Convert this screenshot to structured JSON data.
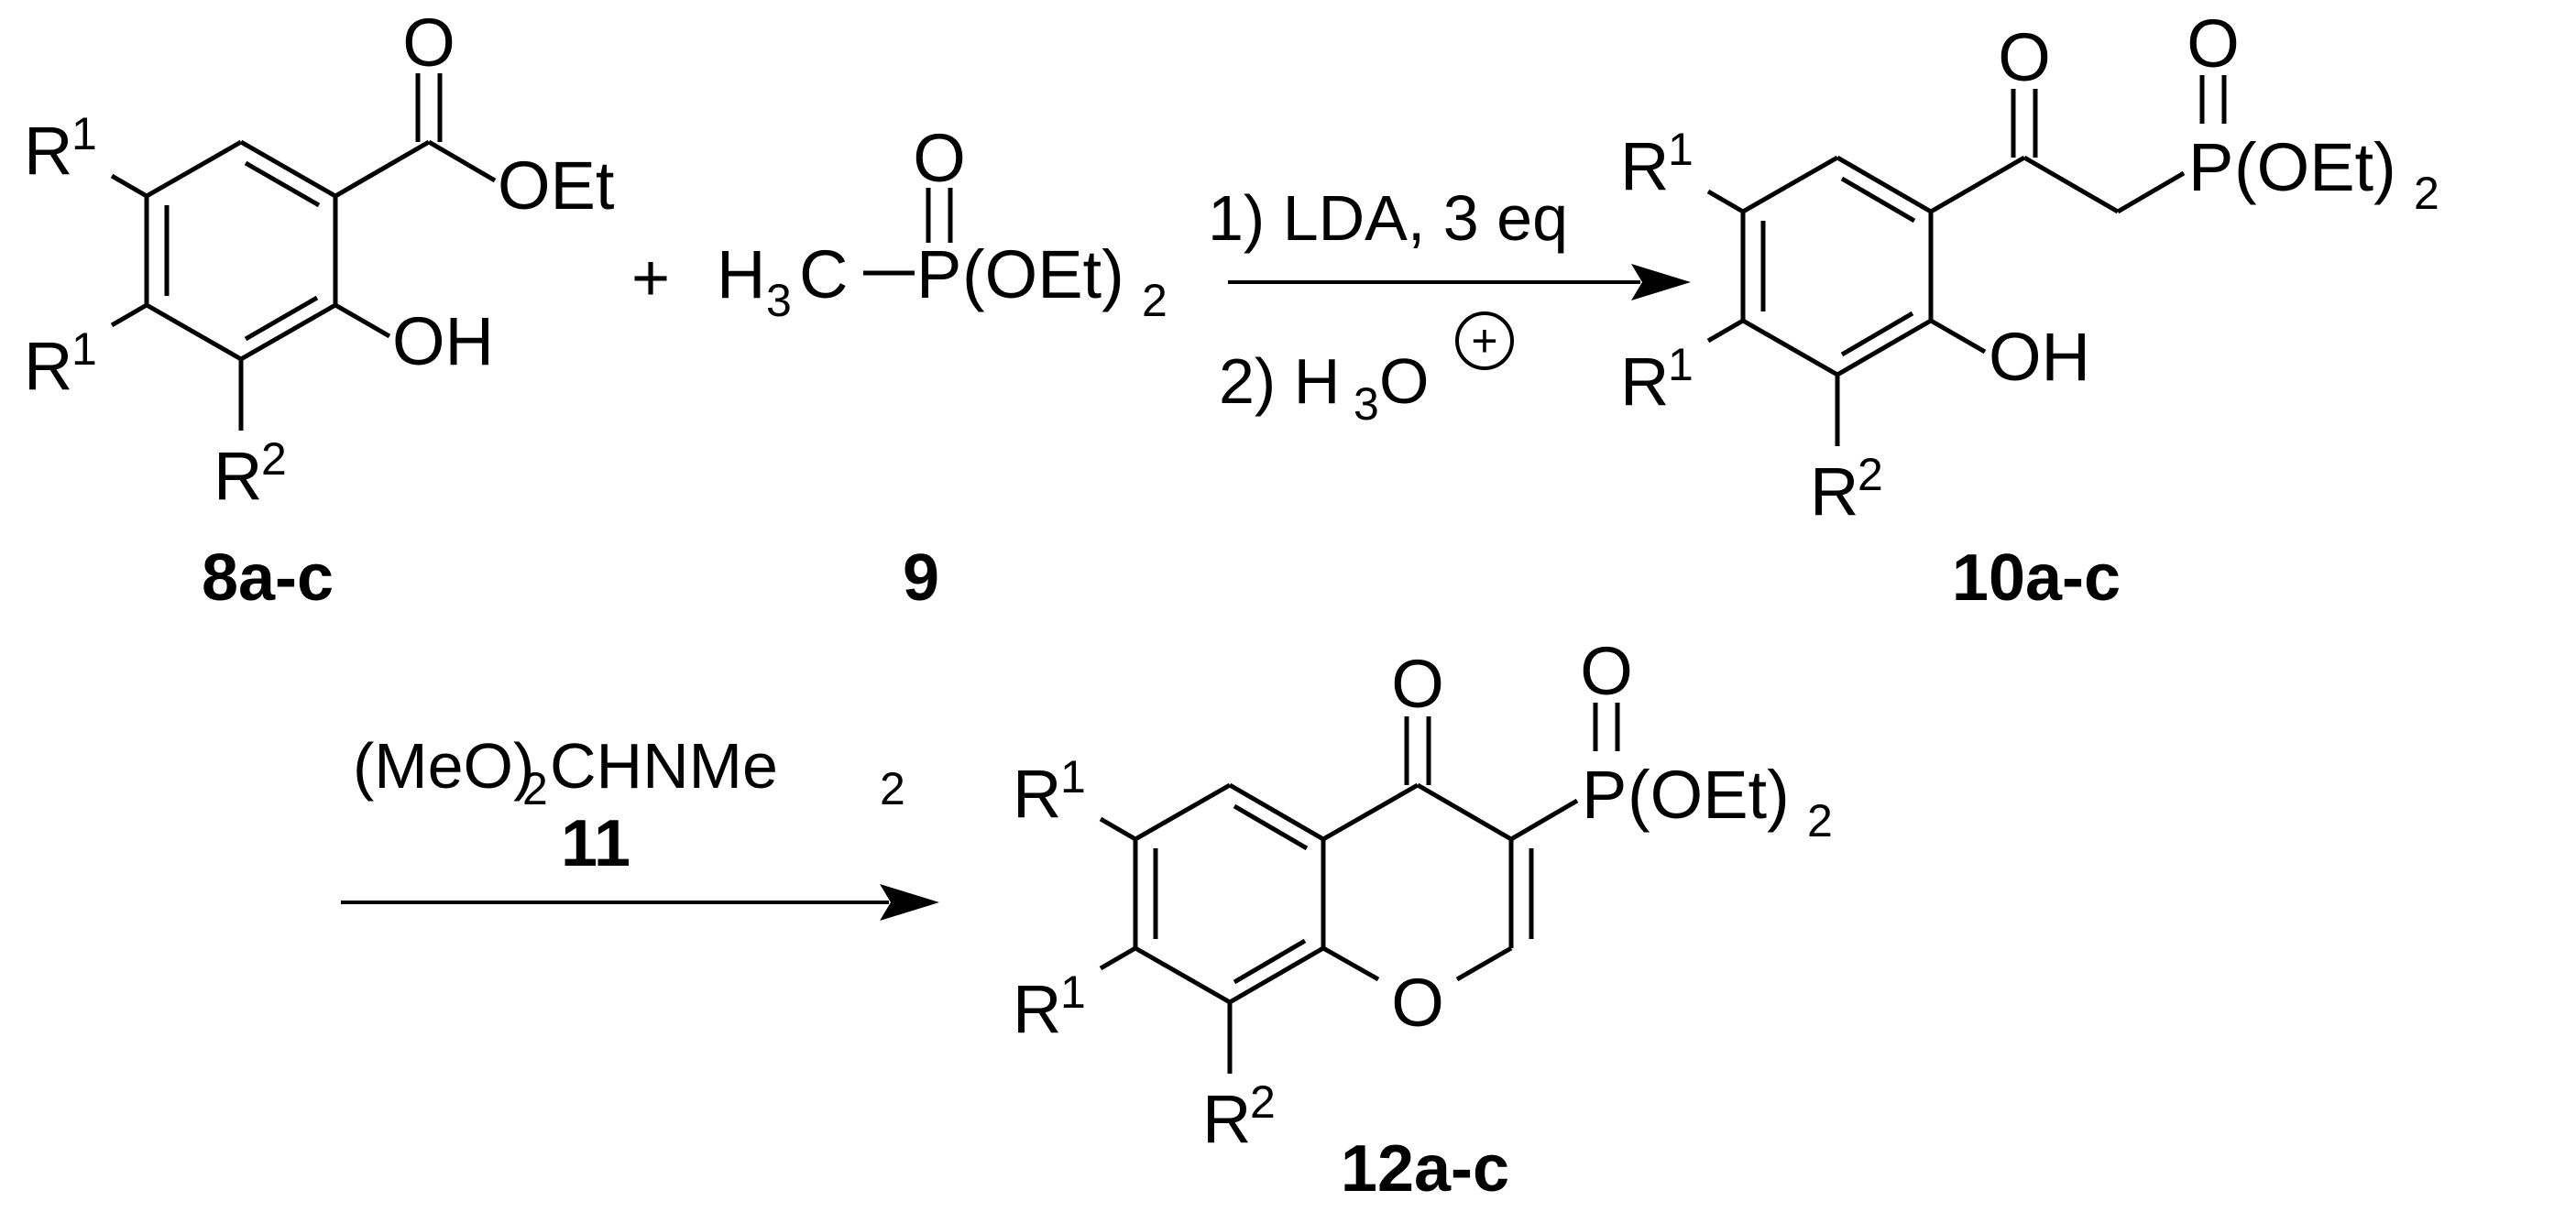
{
  "atoms": {
    "r1": "R",
    "r1_sup": "1",
    "r2": "R",
    "r2_sup": "2",
    "oet": "OEt",
    "oh": "OH",
    "o": "O",
    "p": "P",
    "oet2": "(OEt)",
    "oet2_sub": "2",
    "h3c_h": "H",
    "h3c_sub": "3",
    "h3c_c": "C"
  },
  "plus_sign": "+",
  "step1": {
    "line1": "1) LDA, 3 eq",
    "line2_prefix": "2) H",
    "line2_sub": "3",
    "line2_o": "O",
    "charge": "+"
  },
  "step2": {
    "reagent_prefix": "(MeO)",
    "reagent_sub": "2",
    "reagent_suffix": "CHNMe",
    "reagent_sub2": "2",
    "reagent_id": "11"
  },
  "compounds": {
    "c8": "8a-c",
    "c9": "9",
    "c10": "10a-c",
    "c12": "12a-c"
  }
}
